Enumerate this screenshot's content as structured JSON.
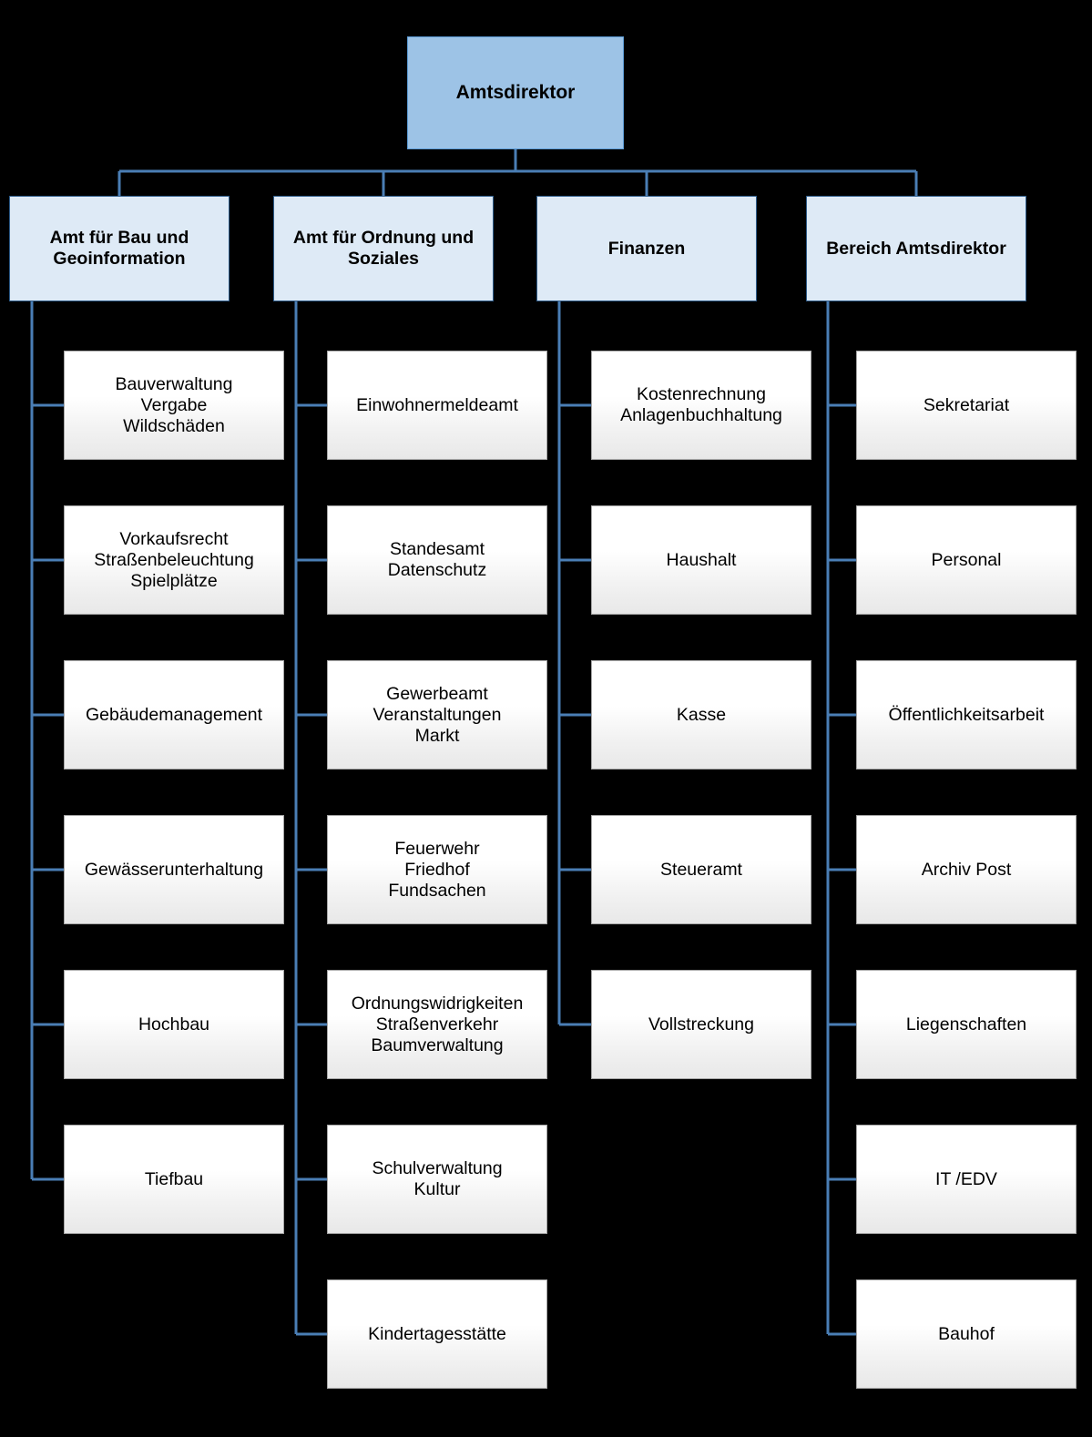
{
  "chart": {
    "title": "Amtsdirektor",
    "background_color": "#000000",
    "root": {
      "label": "Amtsdirektor",
      "fill_color": "#9DC3E6",
      "border_color": "#5B9BD5"
    },
    "connector_color": "#4A7EB5",
    "department_fill_color": "#DEEAF6",
    "leaf_fill_color": "#FFFFFF",
    "departments": [
      {
        "label": "Amt für Bau und Geoinformation",
        "children": [
          "Bauverwaltung\nVergabe\nWildschäden",
          "Vorkaufsrecht\nStraßenbeleuchtung\nSpielplätze",
          "Gebäudemanagement",
          "Gewässerunterhaltung",
          "Hochbau",
          "Tiefbau"
        ]
      },
      {
        "label": "Amt für Ordnung und Soziales",
        "children": [
          "Einwohnermeldeamt",
          "Standesamt\nDatenschutz",
          "Gewerbeamt\nVeranstaltungen\nMarkt",
          "Feuerwehr\nFriedhof\nFundsachen",
          "Ordnungswidrigkeiten\nStraßenverkehr\nBaumverwaltung",
          "Schulverwaltung\nKultur",
          "Kindertagesstätte"
        ]
      },
      {
        "label": "Finanzen",
        "children": [
          "Kostenrechnung\nAnlagenbuchhaltung",
          "Haushalt",
          "Kasse",
          "Steueramt",
          "Vollstreckung"
        ]
      },
      {
        "label": "Bereich Amtsdirektor",
        "children": [
          "Sekretariat",
          "Personal",
          "Öffentlichkeitsarbeit",
          "Archiv Post",
          "Liegenschaften",
          "IT /EDV",
          "Bauhof"
        ]
      }
    ]
  }
}
